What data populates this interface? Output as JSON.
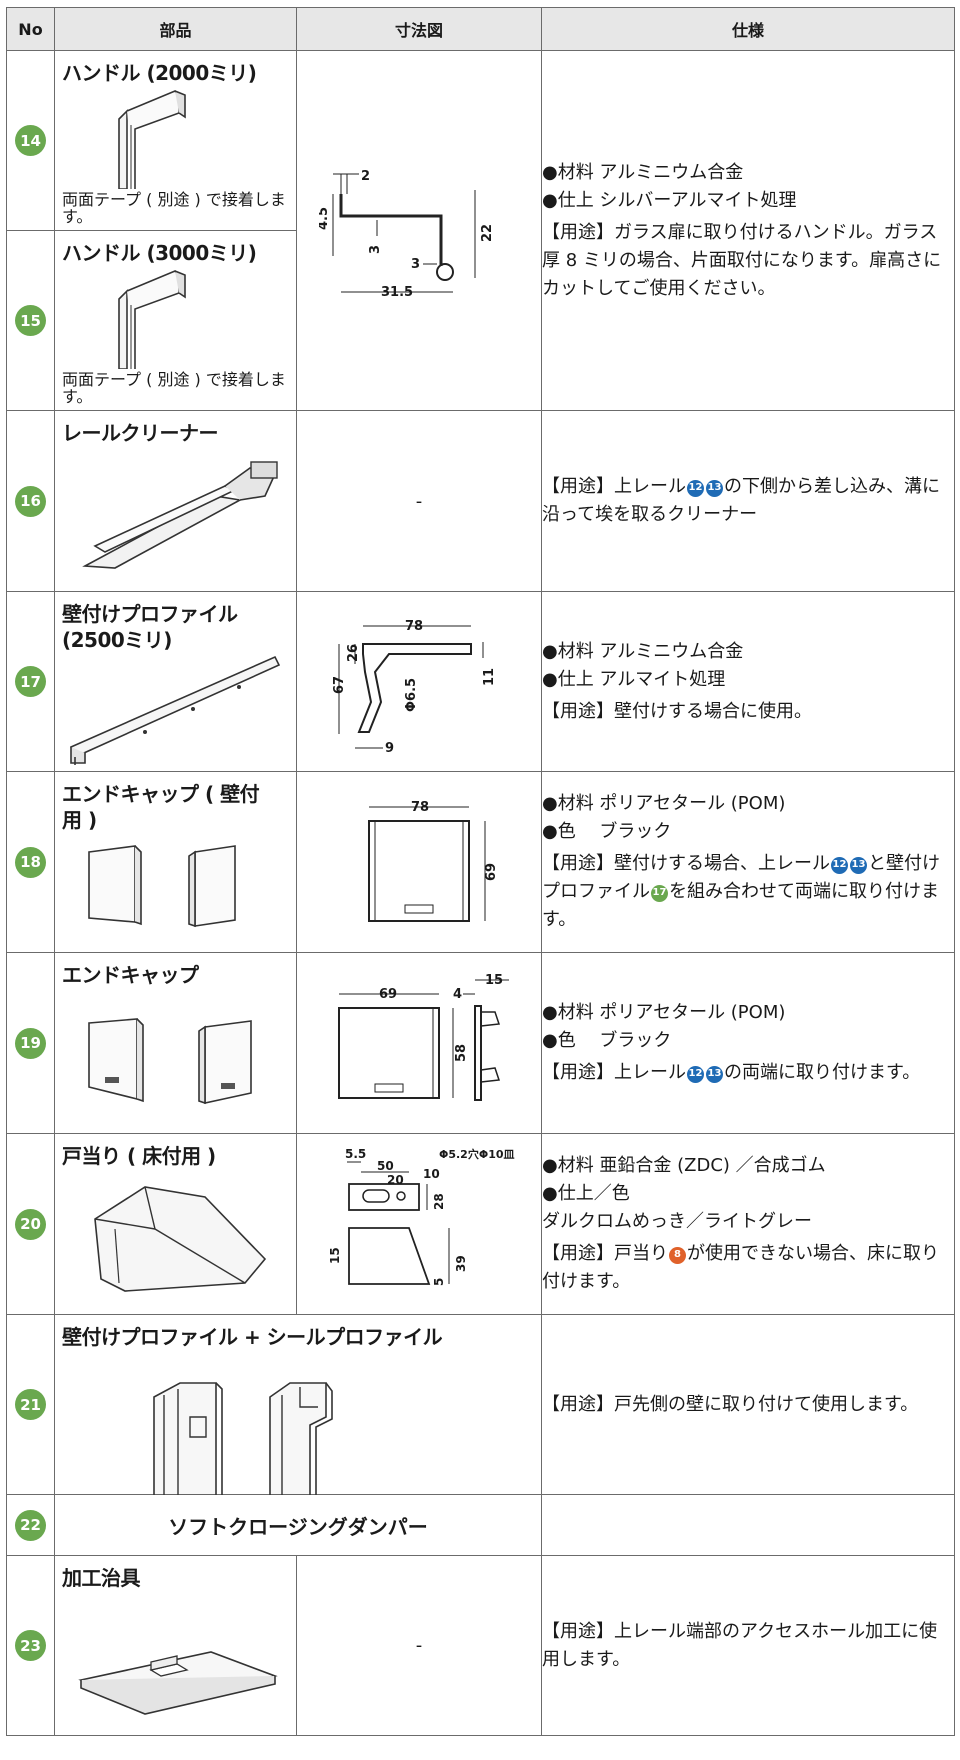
{
  "header": {
    "no": "No",
    "part": "部品",
    "dimension": "寸法図",
    "spec": "仕様"
  },
  "rows": [
    {
      "no": "14",
      "name": "ハンドル (2000ミリ)",
      "note": "両面テープ ( 別途 ) で接着します。"
    },
    {
      "no": "15",
      "name": "ハンドル (3000ミリ)",
      "note": "両面テープ ( 別途 ) で接着します。"
    },
    {
      "no": "16",
      "name": "レールクリーナー",
      "dimension": "-"
    },
    {
      "no": "17",
      "name": "壁付けプロファイル (2500ミリ)"
    },
    {
      "no": "18",
      "name": "エンドキャップ ( 壁付用 )"
    },
    {
      "no": "19",
      "name": "エンドキャップ"
    },
    {
      "no": "20",
      "name": "戸当り ( 床付用 )"
    },
    {
      "no": "21",
      "name": "壁付けプロファイル + シールプロファイル"
    },
    {
      "no": "22",
      "name": "ソフトクロージングダンパー"
    },
    {
      "no": "23",
      "name": "加工治具",
      "dimension": "-"
    }
  ],
  "specs": {
    "r14": {
      "material": "●材料 アルミニウム合金",
      "finish": "●仕上 シルバーアルマイト処理",
      "use": "【用途】ガラス扉に取り付けるハンドル。ガラス厚 8 ミリの場合、片面取付になります。扉高さにカットしてご使用ください。"
    },
    "r16": {
      "use_a": "【用途】上レール",
      "c1": "12",
      "c2": "13",
      "use_b": "の下側から差し込み、溝に沿って埃を取るクリーナー"
    },
    "r17": {
      "material": "●材料 アルミニウム合金",
      "finish": "●仕上 アルマイト処理",
      "use": "【用途】壁付けする場合に使用。"
    },
    "r18": {
      "material": "●材料 ポリアセタール (POM)",
      "color": "●色　 ブラック",
      "use_a": "【用途】壁付けする場合、上レール",
      "c1": "12",
      "c2": "13",
      "use_b": "と壁付けプロファイル",
      "c3": "17",
      "use_c": "を組み合わせて両端に取り付けます。"
    },
    "r19": {
      "material": "●材料 ポリアセタール (POM)",
      "color": "●色　 ブラック",
      "use_a": "【用途】上レール",
      "c1": "12",
      "c2": "13",
      "use_b": "の両端に取り付けます。"
    },
    "r20": {
      "material": "●材料 亜鉛合金 (ZDC) ／合成ゴム",
      "finish_label": "●仕上／色",
      "finish": "ダルクロムめっき／ライトグレー",
      "use_a": "【用途】戸当り",
      "c1": "8",
      "use_b": "が使用できない場合、床に取り付けます。"
    },
    "r21": {
      "use": "【用途】戸先側の壁に取り付けて使用します。"
    },
    "r23": {
      "use": "【用途】上レール端部のアクセスホール加工に使用します。"
    }
  },
  "dims": {
    "handle": {
      "a": "2",
      "b": "4.5",
      "c": "3",
      "d": "3",
      "e": "22",
      "f": "31.5"
    },
    "wall": {
      "a": "78",
      "b": "26",
      "c": "67",
      "d": "11",
      "e": "Φ6.5",
      "f": "9"
    },
    "cap18": {
      "w": "78",
      "h": "69"
    },
    "cap19": {
      "w": "69",
      "h": "58",
      "g": "4",
      "t": "15"
    },
    "stop": {
      "a": "5.5",
      "b": "50",
      "c": "20",
      "d": "Φ5.2穴Φ10皿",
      "e": "10",
      "f": "28",
      "g": "15",
      "h": "5",
      "i": "39"
    }
  },
  "colors": {
    "badge": "#6aa84f",
    "blue_ref": "#1f6bb5",
    "orange_ref": "#e0612a",
    "header_bg": "#e7e7e7"
  }
}
